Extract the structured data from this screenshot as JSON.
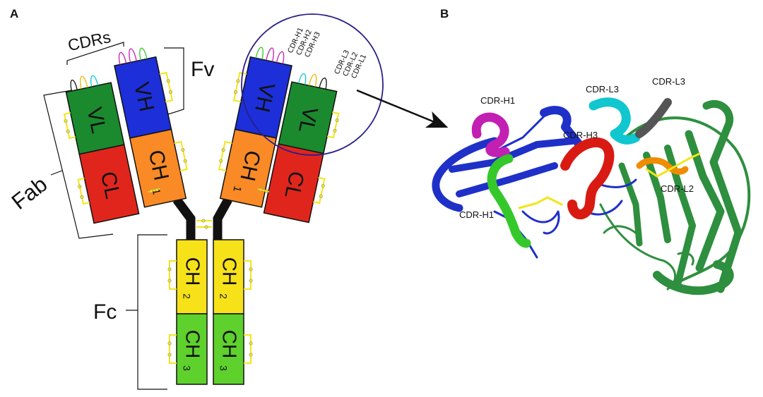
{
  "panels": {
    "a": "A",
    "b": "B"
  },
  "antibody": {
    "cdrs_label": "CDRs",
    "fv_label": "Fv",
    "fab_label": "Fab",
    "fc_label": "Fc",
    "domains": {
      "vl": "VL",
      "vh": "VH",
      "cl": "CL",
      "ch1_main": "CH",
      "ch1_sub": "1",
      "ch2_main": "CH",
      "ch2_sub": "2",
      "ch3_main": "CH",
      "ch3_sub": "3"
    },
    "cdr_tags": {
      "h1": "CDR-H1",
      "h2": "CDR-H2",
      "h3": "CDR-H3",
      "l3": "CDR-L3",
      "l2": "CDR-L2",
      "l1": "CDR-L1"
    }
  },
  "structure": {
    "labels": {
      "h1_top": "CDR-H1",
      "h1_bottom": "CDR-H1",
      "h3": "CDR-H3",
      "l3_left": "CDR-L3",
      "l3_right": "CDR-L3",
      "l2": "CDR-L2"
    }
  },
  "colors": {
    "vl": "#1b8a2e",
    "vh": "#1c2fd8",
    "cl": "#e0261c",
    "ch1": "#f98a25",
    "ch2": "#f7e21a",
    "ch3": "#5ed12c",
    "hinge": "#111111",
    "disulfide": "#f2e61a",
    "circle": "#2a1f8a",
    "cdr_magenta": "#c21fb3",
    "cdr_red": "#d91a12",
    "cdr_cyan": "#10c6cf",
    "cdr_gray": "#555555",
    "cdr_orange": "#f08c00",
    "cdr_green": "#35c82a",
    "chain_blue": "#1f30c8",
    "chain_green": "#2e8f3e"
  }
}
